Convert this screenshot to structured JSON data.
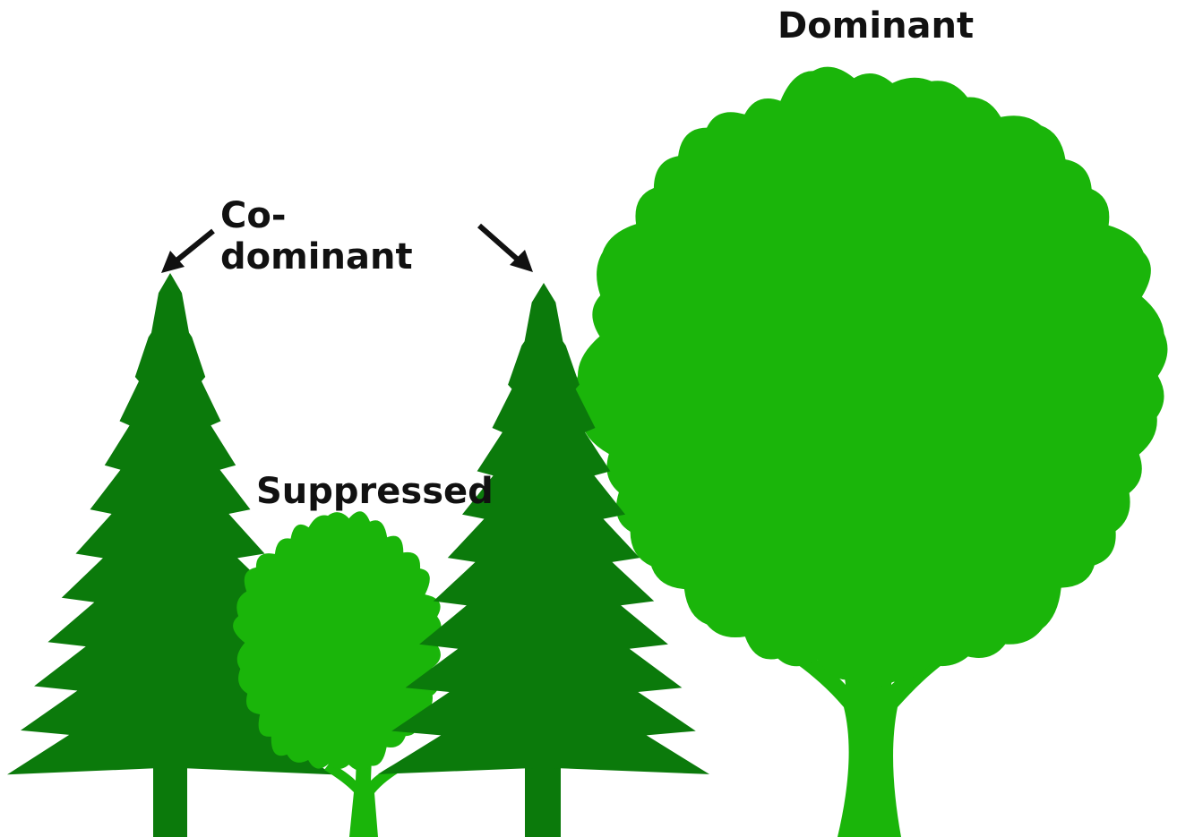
{
  "labels": {
    "dominant": "Dominant",
    "codominant_line1": "Co-",
    "codominant_line2": "dominant",
    "suppressed": "Suppressed"
  },
  "colors": {
    "conifer": "#0b7a0b",
    "deciduous": "#1ab50a",
    "text": "#111111",
    "background": "#ffffff"
  }
}
